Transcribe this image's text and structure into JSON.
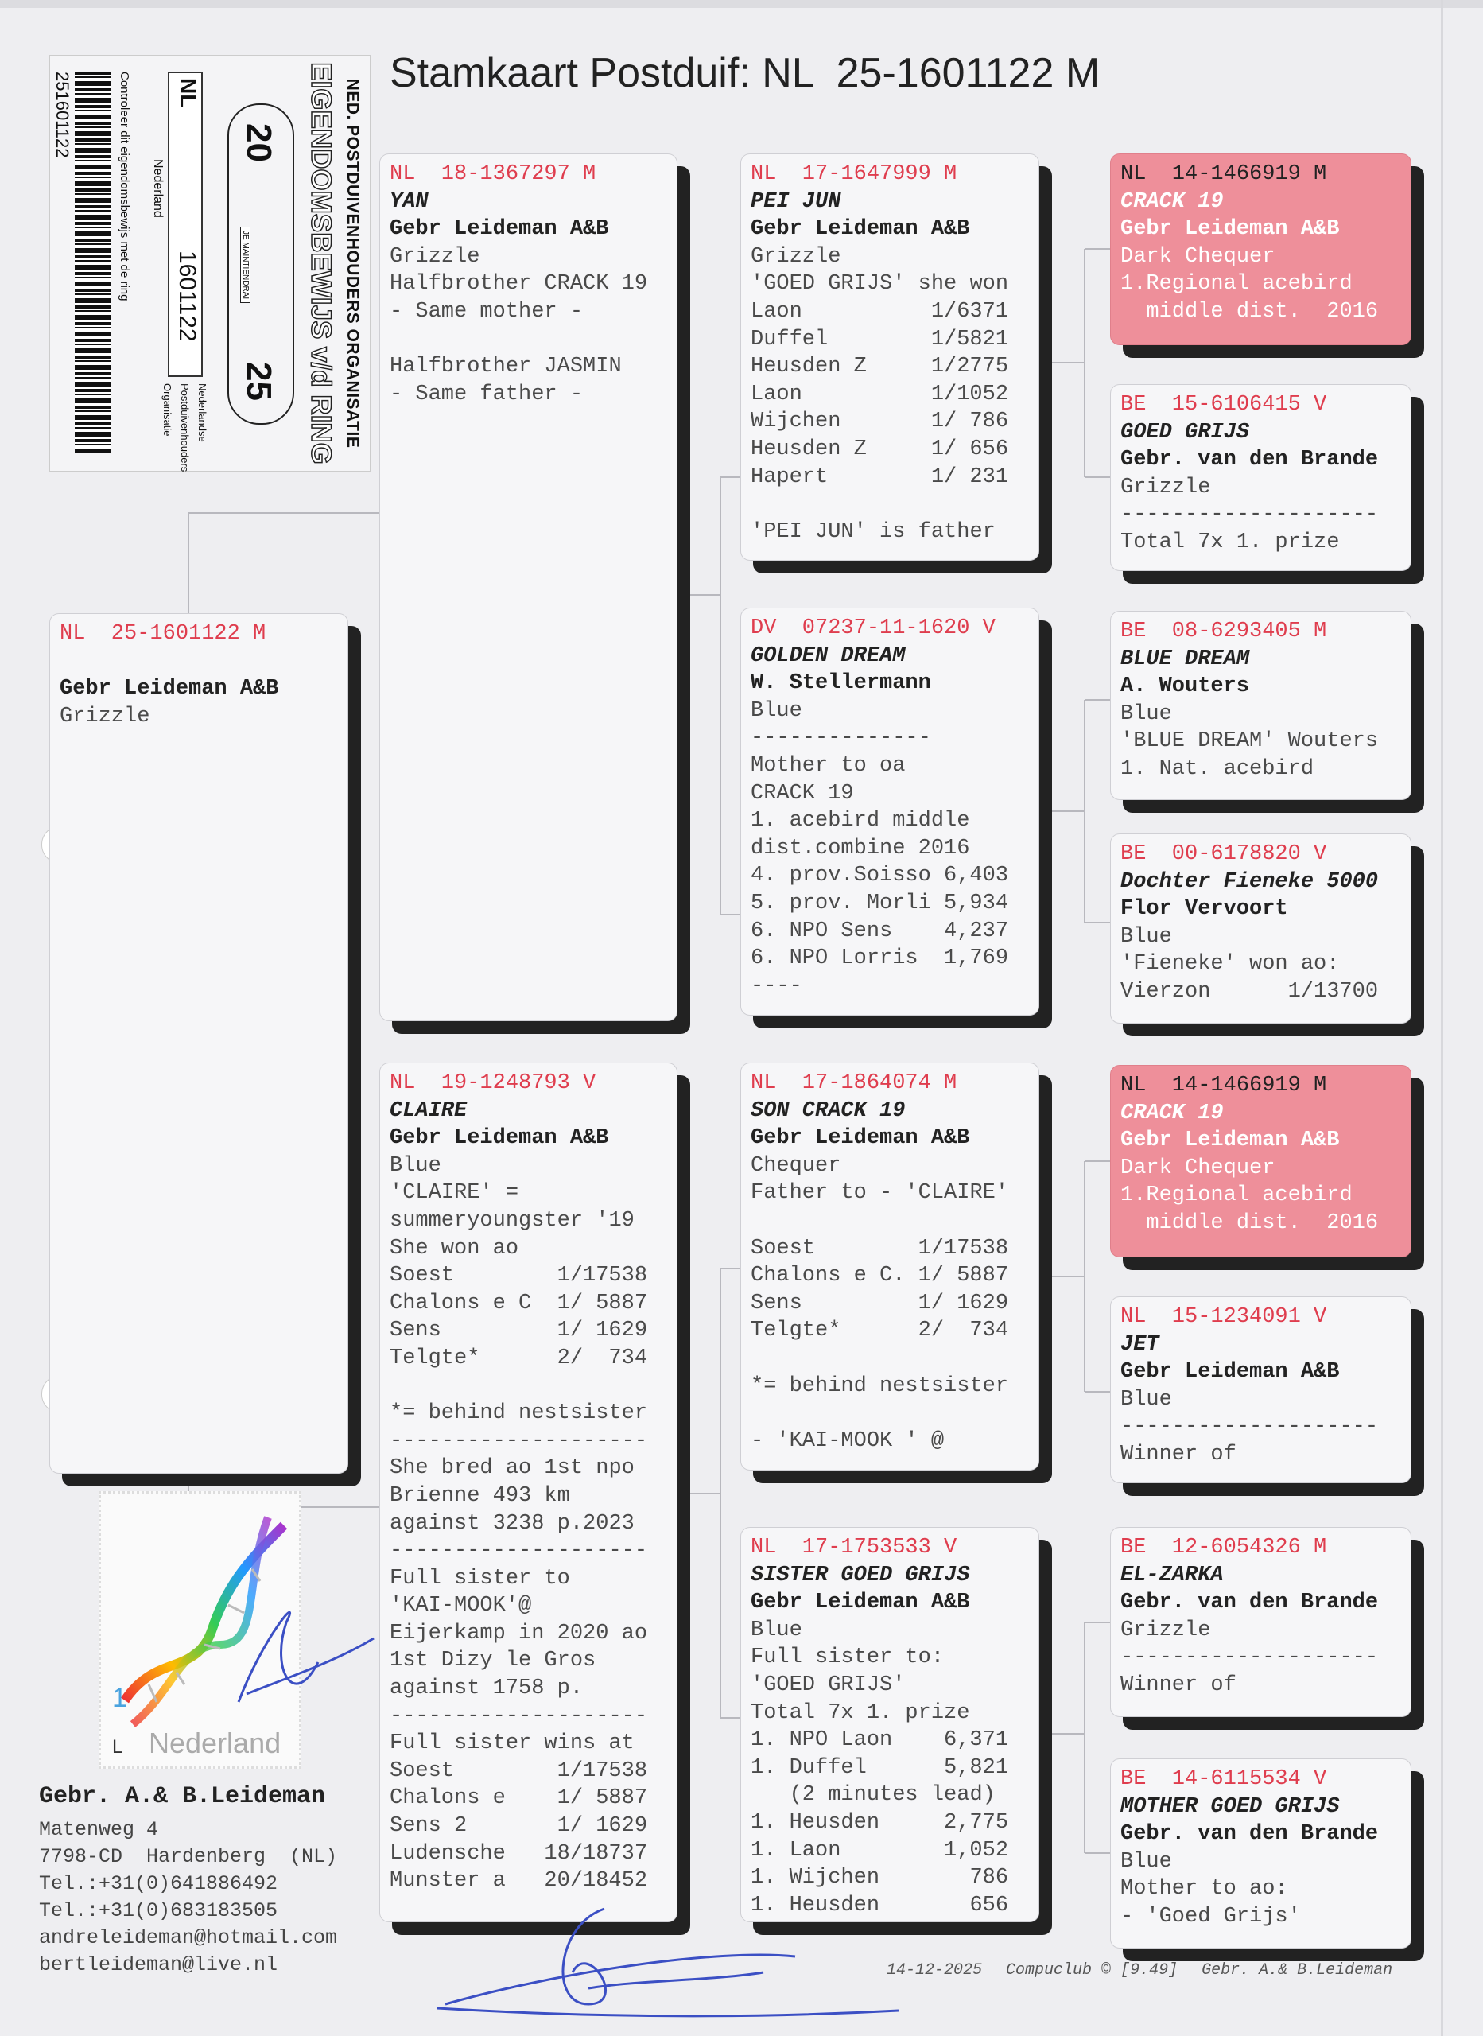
{
  "title": "Stamkaart Postduif: NL  25-1601122 M",
  "certificate": {
    "org": "NED. POSTDUIVENHOUDERS ORGANISATIE",
    "heading": "EIGENDOMSBEWIJS v/d RING",
    "year_left": "20",
    "year_right": "25",
    "motto": "JE MAINTIENDRAI",
    "country": "NL",
    "ring_number": "1601122",
    "country_name": "Nederland",
    "npo_lines": [
      "Nederlandse",
      "Postduivenhouders",
      "Organisatie"
    ],
    "check_text": "Controleer dit eigendomsbewijs met de ring",
    "barcode_number": "251601122"
  },
  "boxes": {
    "subject": {
      "header": "NL  25-1601122 M",
      "name": "",
      "owner": "Gebr Leideman A&B",
      "color": "Grizzle",
      "notes": []
    },
    "p": {
      "header": "NL  18-1367297 M",
      "name": "YAN",
      "owner": "Gebr Leideman A&B",
      "color": "Grizzle",
      "notes": [
        "Halfbrother CRACK 19",
        "- Same mother -",
        "",
        "Halfbrother JASMIN",
        "- Same father -"
      ]
    },
    "m": {
      "header": "NL  19-1248793 V",
      "name": "CLAIRE",
      "owner": "Gebr Leideman A&B",
      "color": "Blue",
      "notes": [
        "'CLAIRE' =",
        "summeryoungster '19",
        "She won ao",
        [
          "Soest",
          "1/17538"
        ],
        [
          "Chalons e C",
          "1/ 5887"
        ],
        [
          "Sens",
          "1/ 1629"
        ],
        [
          "Telgte*",
          "2/  734"
        ],
        "",
        "*= behind nestsister",
        "--------------------",
        "She bred ao 1st npo",
        "Brienne 493 km",
        "against 3238 p.2023",
        "--------------------",
        "Full sister to",
        "'KAI-MOOK'@",
        "Eijerkamp in 2020 ao",
        "1st Dizy le Gros",
        "against 1758 p.",
        "--------------------",
        "Full sister wins at",
        [
          "Soest",
          "1/17538"
        ],
        [
          "Chalons e",
          "1/ 5887"
        ],
        [
          "Sens 2",
          "1/ 1629"
        ],
        [
          "Ludensche",
          "18/18737"
        ],
        [
          "Munster a",
          "20/18452"
        ]
      ]
    },
    "pp": {
      "header": "NL  17-1647999 M",
      "name": "PEI JUN",
      "owner": "Gebr Leideman A&B",
      "color": "Grizzle",
      "notes": [
        "'GOED GRIJS' she won",
        [
          "Laon",
          "1/6371"
        ],
        [
          "Duffel",
          "1/5821"
        ],
        [
          "Heusden Z",
          "1/2775"
        ],
        [
          "Laon",
          "1/1052"
        ],
        [
          "Wijchen",
          "1/ 786"
        ],
        [
          "Heusden Z",
          "1/ 656"
        ],
        [
          "Hapert",
          "1/ 231"
        ],
        "",
        "'PEI JUN' is father"
      ]
    },
    "pm": {
      "header": "DV  07237-11-1620 V",
      "name": "GOLDEN DREAM",
      "owner": "W. Stellermann",
      "color": "Blue",
      "notes": [
        "--------------",
        "Mother to oa",
        "CRACK 19",
        "1. acebird middle",
        "dist.combine 2016",
        [
          "4. prov.Soisso",
          "6,403"
        ],
        [
          "5. prov. Morli",
          "5,934"
        ],
        [
          "6. NPO Sens",
          "4,237"
        ],
        [
          "6. NPO Lorris",
          "1,769"
        ],
        "----"
      ]
    },
    "mp": {
      "header": "NL  17-1864074 M",
      "name": "SON CRACK 19",
      "owner": "Gebr Leideman A&B",
      "color": "Chequer",
      "notes": [
        "Father to - 'CLAIRE'",
        "",
        [
          "Soest",
          "1/17538"
        ],
        [
          "Chalons e C.",
          "1/ 5887"
        ],
        [
          "Sens",
          "1/ 1629"
        ],
        [
          "Telgte*",
          "2/  734"
        ],
        "",
        "*= behind nestsister",
        "",
        "- 'KAI-MOOK ' @"
      ]
    },
    "mm": {
      "header": "NL  17-1753533 V",
      "name": "SISTER GOED GRIJS",
      "owner": "Gebr Leideman A&B",
      "color": "Blue",
      "notes": [
        "Full sister to:",
        "'GOED GRIJS'",
        "Total 7x 1. prize",
        [
          "1. NPO Laon",
          "6,371"
        ],
        [
          "1. Duffel",
          "5,821"
        ],
        "   (2 minutes lead)",
        [
          "1. Heusden",
          "2,775"
        ],
        [
          "1. Laon",
          "1,052"
        ],
        [
          "1. Wijchen",
          "786"
        ],
        [
          "1. Heusden",
          "656"
        ]
      ]
    },
    "ppp": {
      "header": "NL  14-1466919 M",
      "name": "CRACK 19",
      "owner": "Gebr Leideman A&B",
      "color": "Dark Chequer",
      "notes": [
        "1.Regional acebird",
        "  middle dist.  2016"
      ],
      "highlight": true
    },
    "ppm": {
      "header": "BE  15-6106415 V",
      "name": "GOED GRIJS",
      "owner": "Gebr. van den Brande",
      "color": "Grizzle",
      "notes": [
        "--------------------",
        "Total 7x 1. prize"
      ]
    },
    "pmp": {
      "header": "BE  08-6293405 M",
      "name": "BLUE DREAM",
      "owner": "A. Wouters",
      "color": "Blue",
      "notes": [
        "'BLUE DREAM' Wouters",
        "1. Nat. acebird"
      ]
    },
    "pmm": {
      "header": "BE  00-6178820 V",
      "name": "Dochter Fieneke 5000",
      "owner": "Flor Vervoort",
      "color": "Blue",
      "notes": [
        "'Fieneke' won ao:",
        [
          "Vierzon",
          "1/13700"
        ]
      ]
    },
    "mpp": {
      "header": "NL  14-1466919 M",
      "name": "CRACK 19",
      "owner": "Gebr Leideman A&B",
      "color": "Dark Chequer",
      "notes": [
        "1.Regional acebird",
        "  middle dist.  2016"
      ],
      "highlight": true
    },
    "mpm": {
      "header": "NL  15-1234091 V",
      "name": "JET",
      "owner": "Gebr Leideman A&B",
      "color": "Blue",
      "notes": [
        "--------------------",
        "Winner of"
      ]
    },
    "mmp": {
      "header": "BE  12-6054326 M",
      "name": "EL-ZARKA",
      "owner": "Gebr. van den Brande",
      "color": "Grizzle",
      "notes": [
        "--------------------",
        "Winner of"
      ]
    },
    "mmm": {
      "header": "BE  14-6115534 V",
      "name": "MOTHER GOED GRIJS",
      "owner": "Gebr. van den Brande",
      "color": "Blue",
      "notes": [
        "Mother to ao:",
        "- 'Goed Grijs'"
      ]
    }
  },
  "stamp": {
    "country": "Nederland",
    "value": "1",
    "size_mark": "L"
  },
  "breeder": {
    "name": "Gebr. A.& B.Leideman",
    "lines": [
      "Matenweg 4",
      "7798-CD  Hardenberg  (NL)",
      "Tel.:+31(0)641886492",
      "Tel.:+31(0)683183505",
      "andreleideman@hotmail.com",
      "bertleideman@live.nl"
    ]
  },
  "footer": {
    "date": "14-12-2025",
    "software": "Compuclub © [9.49]",
    "owner": "Gebr. A.& B.Leideman"
  },
  "colors": {
    "ring_red": "#df3d4e",
    "highlight_pink": "#ee8f9a",
    "shadow": "#222222",
    "signature_blue": "#3b4fc4"
  }
}
